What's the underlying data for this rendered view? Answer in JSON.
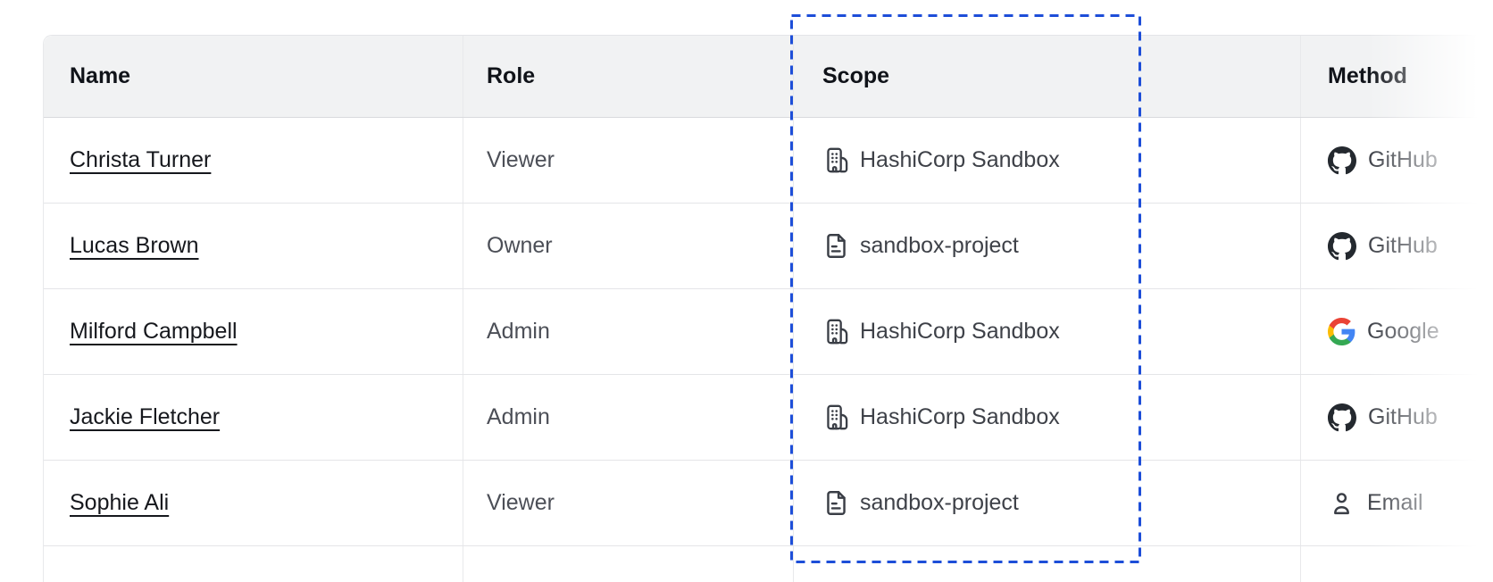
{
  "table": {
    "columns": [
      {
        "id": "name",
        "label": "Name"
      },
      {
        "id": "role",
        "label": "Role"
      },
      {
        "id": "scope",
        "label": "Scope"
      },
      {
        "id": "method",
        "label": "Method"
      }
    ],
    "rows": [
      {
        "name": "Christa Turner",
        "role": "Viewer",
        "scope": {
          "icon": "org-building-icon",
          "label": "HashiCorp Sandbox"
        },
        "method": {
          "icon": "github-icon",
          "label": "GitHub"
        }
      },
      {
        "name": "Lucas Brown",
        "role": "Owner",
        "scope": {
          "icon": "file-document-icon",
          "label": "sandbox-project"
        },
        "method": {
          "icon": "github-icon",
          "label": "GitHub"
        }
      },
      {
        "name": "Milford Campbell",
        "role": "Admin",
        "scope": {
          "icon": "org-building-icon",
          "label": "HashiCorp Sandbox"
        },
        "method": {
          "icon": "google-icon",
          "label": "Google"
        }
      },
      {
        "name": "Jackie Fletcher",
        "role": "Admin",
        "scope": {
          "icon": "org-building-icon",
          "label": "HashiCorp Sandbox"
        },
        "method": {
          "icon": "github-icon",
          "label": "GitHub"
        }
      },
      {
        "name": "Sophie Ali",
        "role": "Viewer",
        "scope": {
          "icon": "file-document-icon",
          "label": "sandbox-project"
        },
        "method": {
          "icon": "email-person-icon",
          "label": "Email"
        }
      }
    ],
    "partial_row": {
      "scope": {
        "icon": "circle-icon",
        "label": ""
      }
    }
  },
  "annotation": {
    "highlighted_column": "Scope",
    "border_color": "#1d4ed8",
    "border_style": "dashed"
  },
  "colors": {
    "header_bg": "#f1f2f3",
    "row_border": "#e4e5e8",
    "selection_blue": "#1d4ed8",
    "name_text": "#16181d",
    "secondary_text": "#3e4148",
    "github_brand": "#24292f",
    "google_blue": "#4285f4",
    "google_green": "#34a853",
    "google_yellow": "#fbbc05",
    "google_red": "#ea4335"
  }
}
